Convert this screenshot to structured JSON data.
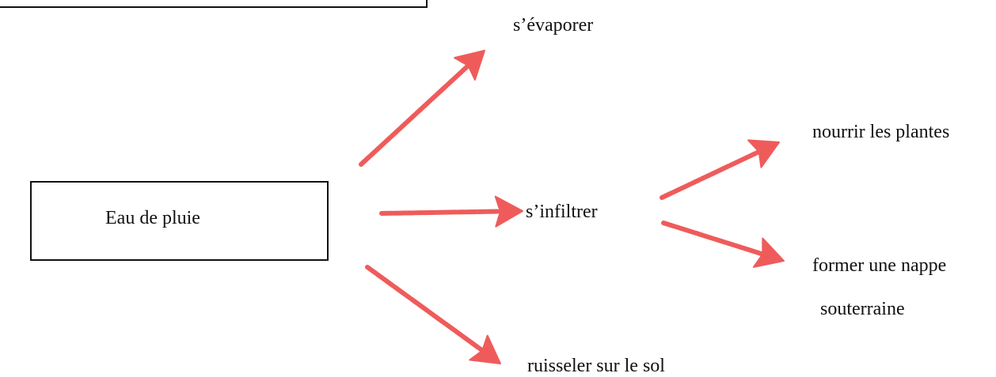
{
  "source": {
    "label": "Eau de pluie"
  },
  "outcomes": {
    "evaporate": "s’évaporer",
    "infiltrate": "s’infiltrer",
    "runoff": "ruisseler sur le sol"
  },
  "infiltration_outcomes": {
    "feed_plants": "nourrir les plantes",
    "aquifer_line1": "former une nappe",
    "aquifer_line2": "souterraine"
  },
  "colors": {
    "arrow": "#ef5b5b",
    "border": "#111111",
    "text": "#111111"
  }
}
